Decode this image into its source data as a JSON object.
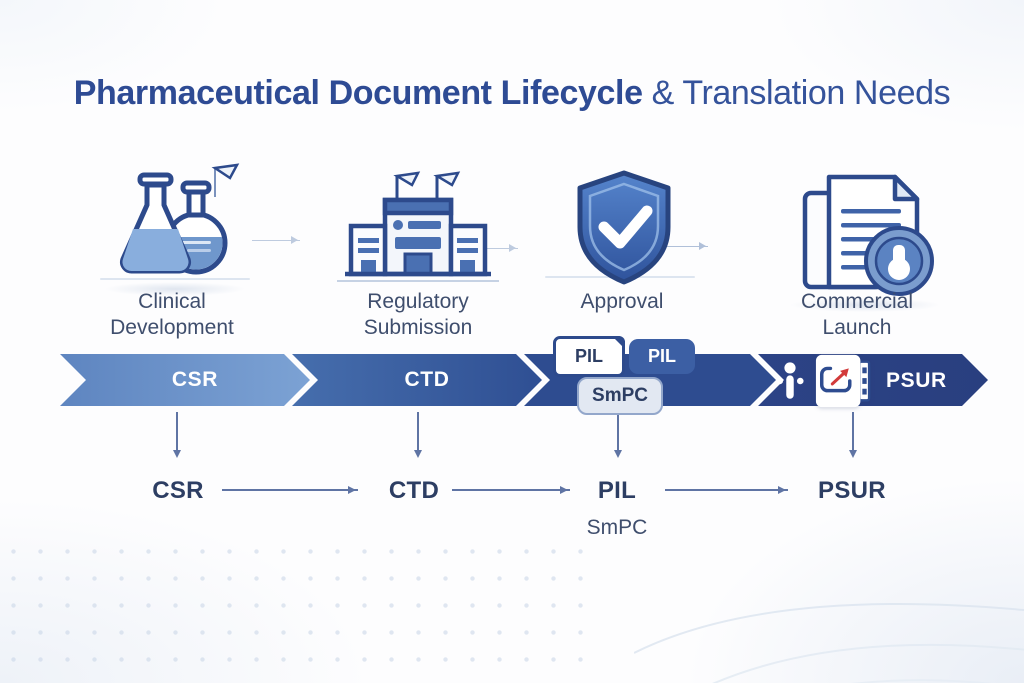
{
  "title": {
    "bold": "Pharmaceutical Document Lifecycle",
    "regular": " & Translation Needs"
  },
  "stages": [
    {
      "label_line1": "Clinical",
      "label_line2": "Development",
      "icon": "lab-flasks-icon"
    },
    {
      "label_line1": "Regulatory",
      "label_line2": "Submission",
      "icon": "government-building-icon"
    },
    {
      "label_line1": "Approval",
      "label_line2": "",
      "icon": "shield-check-icon"
    },
    {
      "label_line1": "Commercial",
      "label_line2": "Launch",
      "icon": "documents-badge-icon"
    }
  ],
  "chevrons": [
    {
      "label": "CSR",
      "color_start": "#5e85c0",
      "color_end": "#7ca2d4"
    },
    {
      "label": "CTD",
      "color_start": "#466ead",
      "color_end": "#2f4f93"
    },
    {
      "label": "",
      "color_start": "#2e4c90",
      "color_end": "#2e4c90",
      "docs": {
        "pil_white": "PIL",
        "pil_blue": "PIL",
        "smpc": "SmPC"
      }
    },
    {
      "label": "PSUR",
      "color_start": "#2c4386",
      "color_end": "#293f7f"
    }
  ],
  "flow": {
    "items": [
      {
        "label": "CSR",
        "sub": ""
      },
      {
        "label": "CTD",
        "sub": ""
      },
      {
        "label": "PIL",
        "sub": "SmPC"
      },
      {
        "label": "PSUR",
        "sub": ""
      }
    ]
  },
  "colors": {
    "title_text": "#2e4b94",
    "stage_label": "#3f4e6d",
    "flow_label": "#2d3e63",
    "arrow": "#5f74a4",
    "icon_outline": "#2d4a8c",
    "icon_fill_light": "#89aedd",
    "icon_fill_dark": "#4a70b2",
    "shield_gradient_top": "#5584cc",
    "shield_gradient_bottom": "#2f539c",
    "card_red_accent": "#d23b3b",
    "background": "#fdfdfe"
  }
}
